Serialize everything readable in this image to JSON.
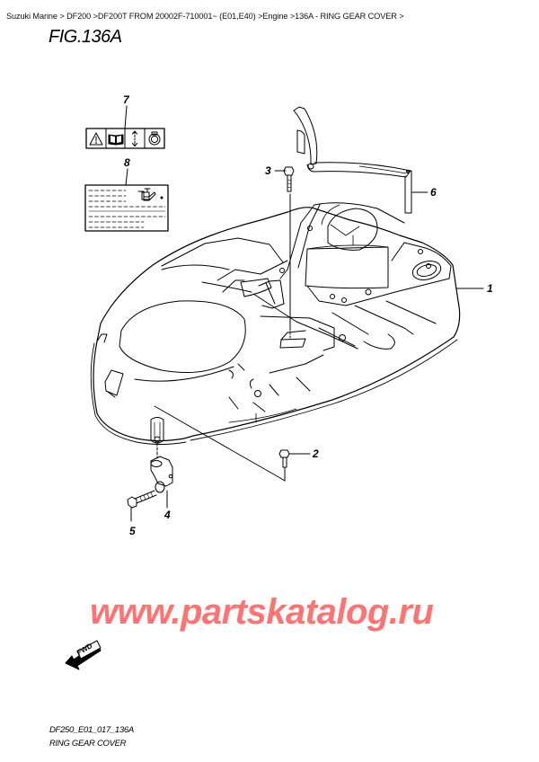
{
  "breadcrumb": {
    "items": [
      {
        "label": "Suzuki Marine"
      },
      {
        "label": "DF200"
      },
      {
        "label": "DF200T FROM 20002F-710001~ (E01,E40)"
      },
      {
        "label": "Engine"
      },
      {
        "label": "136A - RING GEAR COVER"
      }
    ],
    "separator": " >"
  },
  "figure": {
    "title": "FIG.136A",
    "drawing_code": "DF250_E01_017_136A",
    "drawing_name": "RING GEAR COVER"
  },
  "callouts": [
    {
      "number": "1",
      "part": "ring-gear-cover"
    },
    {
      "number": "2",
      "part": "bolt"
    },
    {
      "number": "3",
      "part": "bolt"
    },
    {
      "number": "4",
      "part": "clamp"
    },
    {
      "number": "5",
      "part": "bolt"
    },
    {
      "number": "6",
      "part": "bracket"
    },
    {
      "number": "7",
      "part": "caution-label"
    },
    {
      "number": "8",
      "part": "oil-label"
    }
  ],
  "labels": {
    "fwd": "FWD"
  },
  "watermark": {
    "text": "www.partskatalog.ru",
    "color": "#ff7373"
  }
}
